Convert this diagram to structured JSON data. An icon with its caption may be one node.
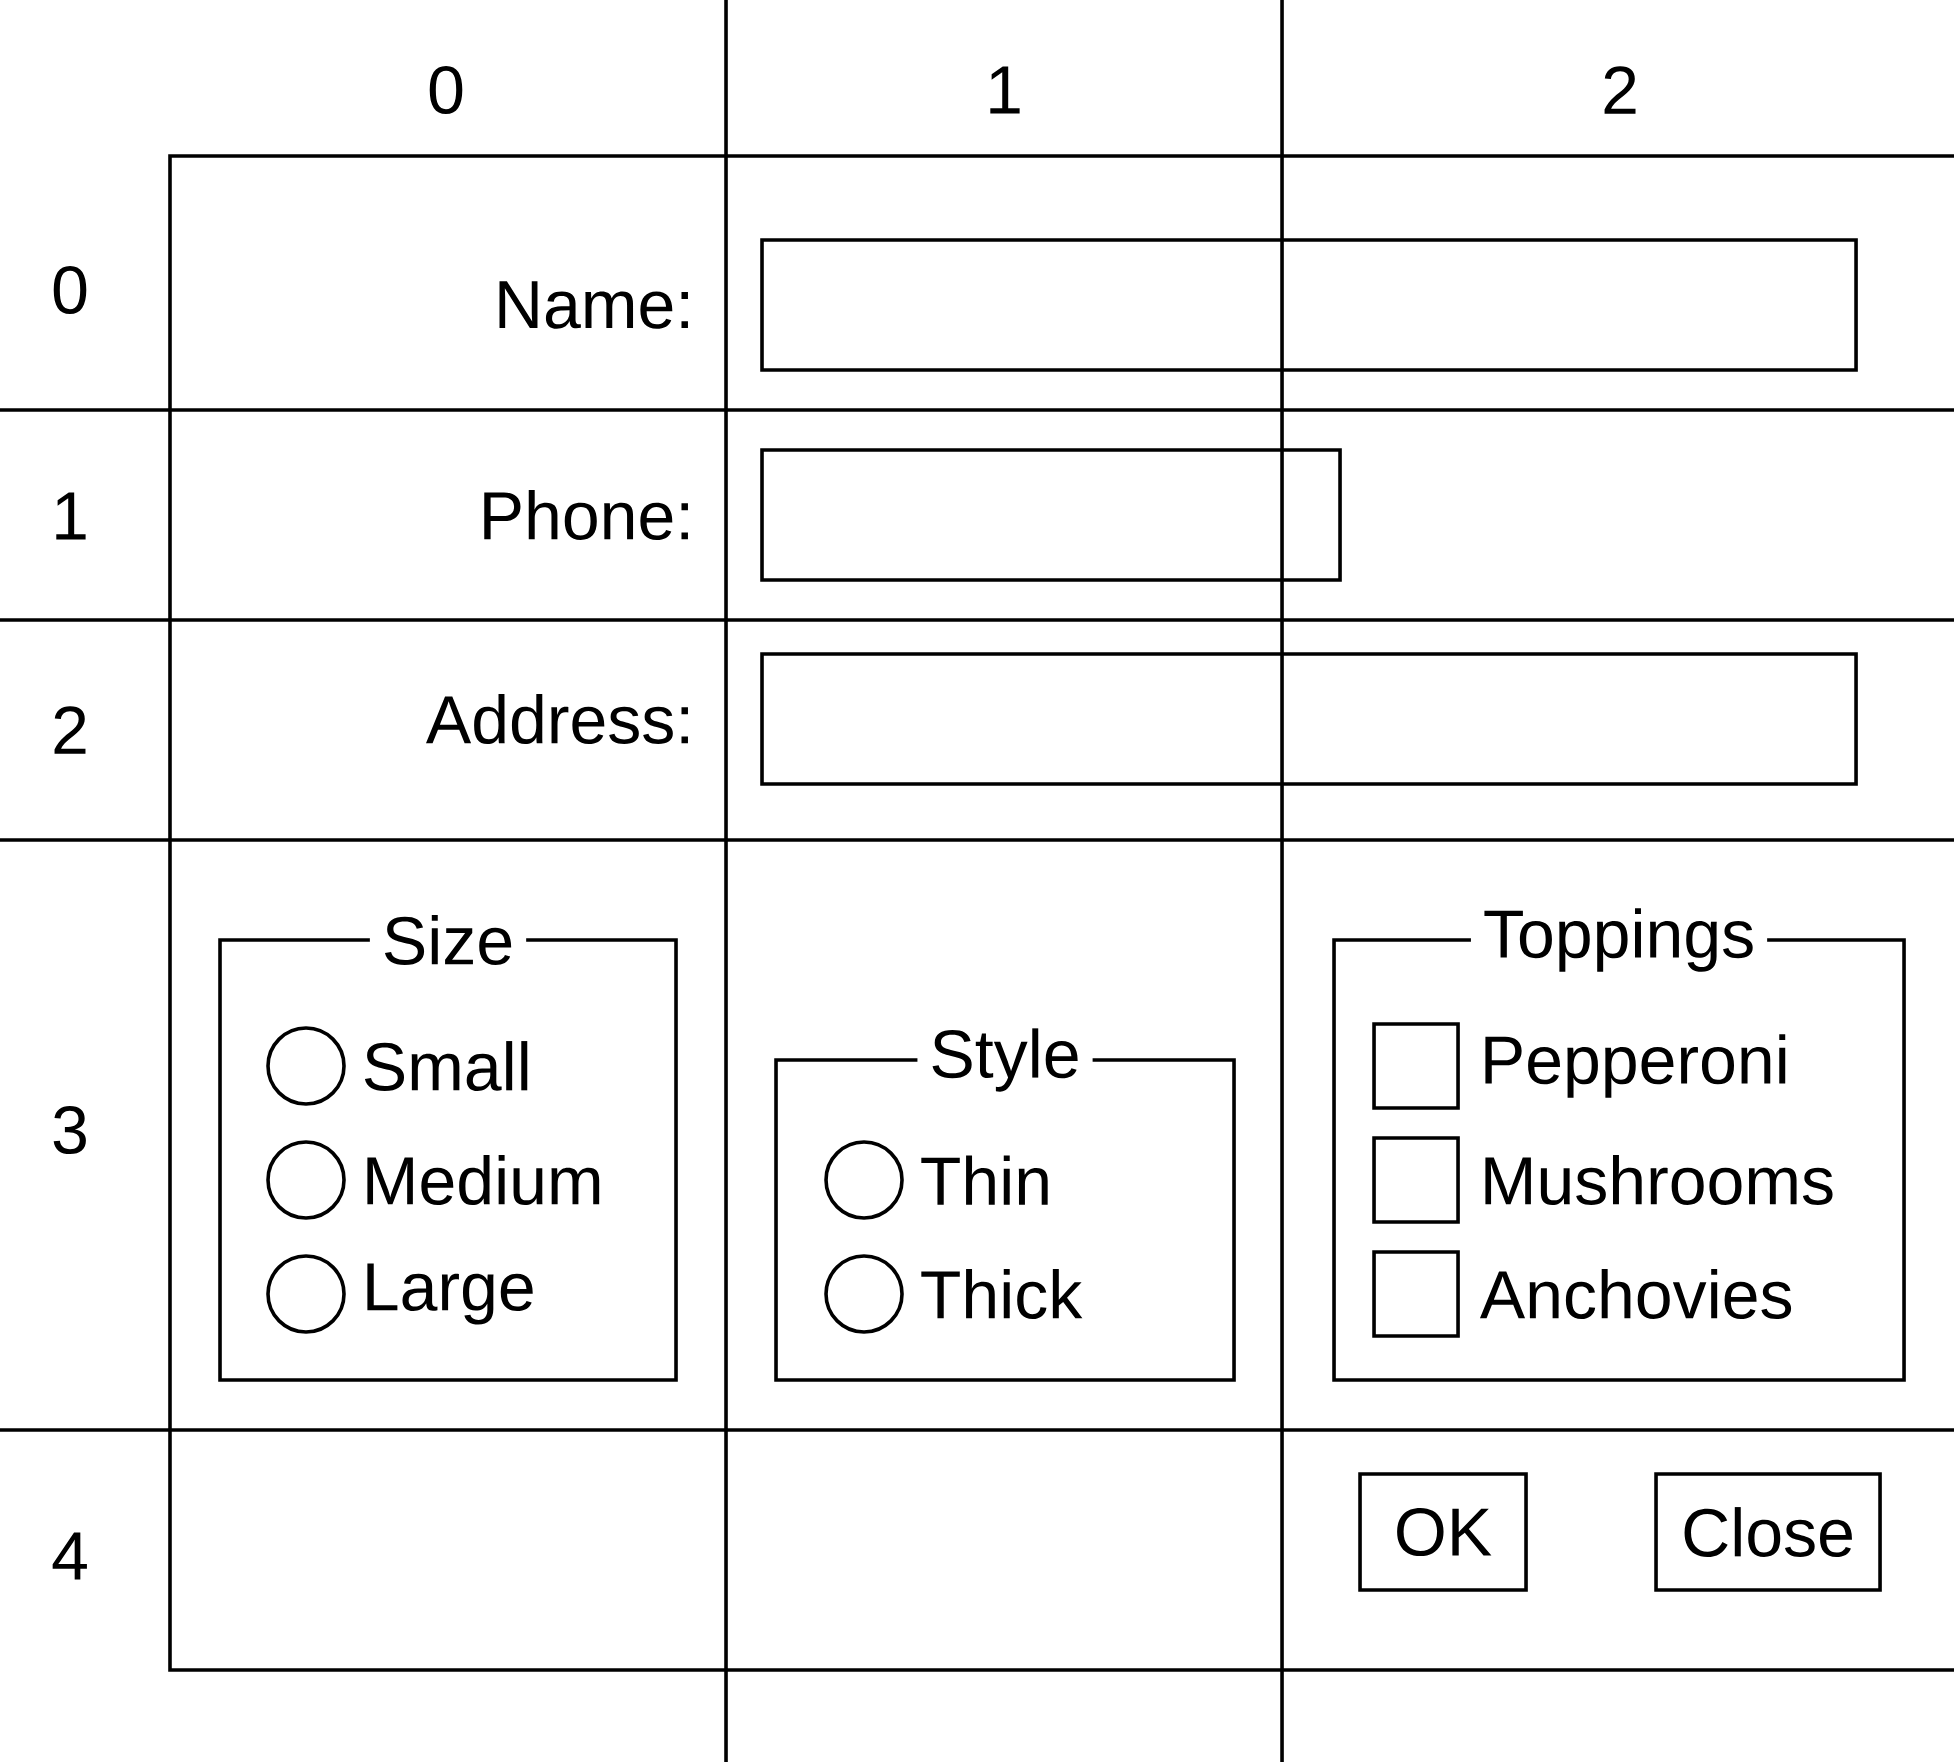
{
  "diagram": {
    "nodes": [
      {
        "text": [],
        "shape": "box",
        "beside": [
          "Name:"
        ]
      },
      {
        "text": [],
        "shape": "box",
        "beside": [
          "Phone:"
        ]
      },
      {
        "text": [],
        "shape": "box",
        "beside": [
          "Address:"
        ]
      },
      {
        "text": [
          "Size"
        ]
      },
      {
        "text": [],
        "shape": "circle",
        "beside": [
          "Small"
        ],
        "in": 3
      },
      {
        "text": [],
        "shape": "circle",
        "beside": [
          "Medium"
        ],
        "in": 3
      },
      {
        "text": [],
        "shape": "circle",
        "beside": [
          "Large"
        ],
        "in": 3
      },
      {
        "text": [
          "Style"
        ]
      },
      {
        "text": [],
        "shape": "circle",
        "beside": [
          "Thin"
        ],
        "in": 7
      },
      {
        "text": [],
        "shape": "circle",
        "beside": [
          "Thick"
        ],
        "in": 7
      },
      {
        "text": [
          "Toppings"
        ]
      },
      {
        "text": [],
        "shape": "box",
        "beside": [
          "Pepperoni"
        ],
        "in": 10
      },
      {
        "text": [],
        "shape": "box",
        "beside": [
          "Mushrooms"
        ],
        "in": 10
      },
      {
        "text": [],
        "shape": "box",
        "beside": [
          "Anchovies"
        ],
        "in": 10
      },
      {
        "text": [
          "OK"
        ]
      },
      {
        "text": [
          "Close"
        ]
      }
    ],
    "labels": [
      "0",
      "1",
      "2",
      "0",
      "1",
      "2",
      "3",
      "4"
    ]
  }
}
